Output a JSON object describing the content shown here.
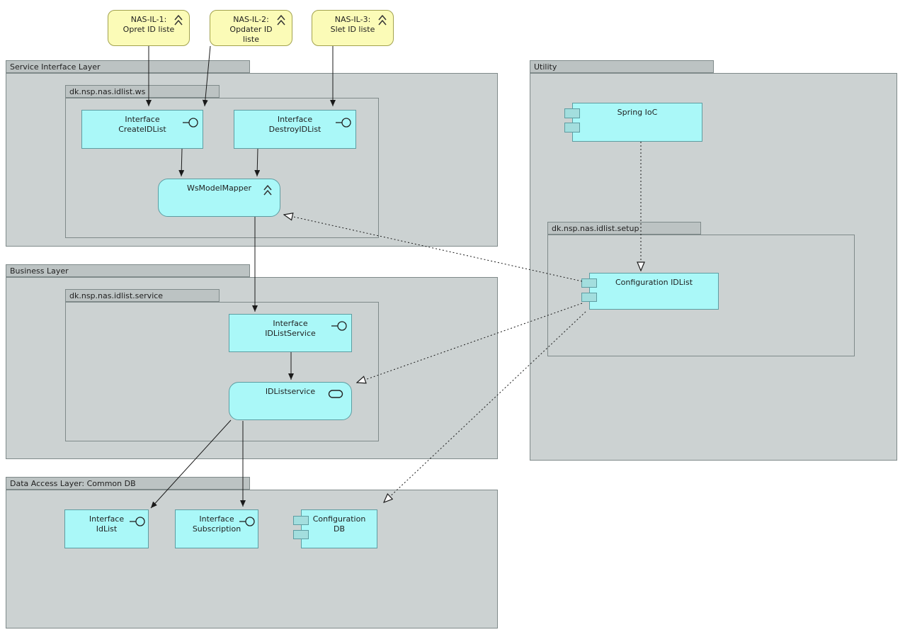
{
  "notes": {
    "n1": {
      "line1": "NAS-IL-1:",
      "line2": "Opret ID liste"
    },
    "n2": {
      "line1": "NAS-IL-2:",
      "line2": "Opdater ID",
      "line3": "liste"
    },
    "n3": {
      "line1": "NAS-IL-3:",
      "line2": "Slet ID liste"
    }
  },
  "packages": {
    "service_interface_layer": {
      "label": "Service Interface Layer"
    },
    "ws": {
      "label": "dk.nsp.nas.idlist.ws"
    },
    "business_layer": {
      "label": "Business Layer"
    },
    "service": {
      "label": "dk.nsp.nas.idlist.service"
    },
    "data_access_layer": {
      "label": "Data Access Layer: Common DB"
    },
    "utility": {
      "label": "Utility"
    },
    "setup": {
      "label": "dk.nsp.nas.idlist.setup"
    }
  },
  "components": {
    "create_idlist": {
      "line1": "Interface",
      "line2": "CreateIDList"
    },
    "destroy_idlist": {
      "line1": "Interface",
      "line2": "DestroyIDList"
    },
    "ws_model_mapper": {
      "label": "WsModelMapper"
    },
    "idlistservice_interface": {
      "line1": "Interface",
      "line2": "IDListService"
    },
    "idlistservice": {
      "label": "IDListservice"
    },
    "interface_idlist": {
      "line1": "Interface",
      "line2": "IdList"
    },
    "interface_subscription": {
      "line1": "Interface",
      "line2": "Subscription"
    },
    "configuration_db": {
      "line1": "Configuration",
      "line2": "DB"
    },
    "spring_ioc": {
      "label": "Spring IoC"
    },
    "configuration_idlist": {
      "label": "Configuration IDList"
    }
  },
  "colors": {
    "package_fill": "#ccd2d2",
    "package_tab_fill": "#bcc3c3",
    "package_border": "#7f8a8a",
    "component_fill": "#aaf8f8",
    "component_border": "#5d9da2",
    "port_fill": "#a3dede",
    "note_fill": "#fbfbb7",
    "note_border": "#a2a24e",
    "line_color": "#1a1a1a",
    "text_color": "#1f1f1f"
  }
}
